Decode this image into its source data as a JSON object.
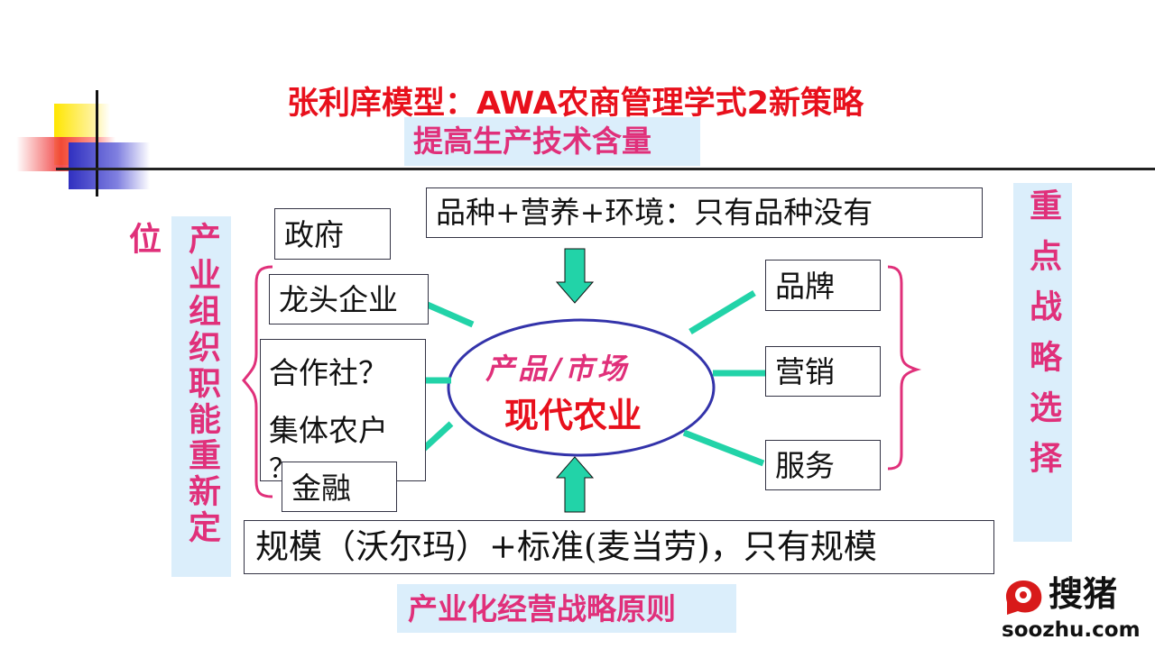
{
  "title": "张利庠模型：AWA农商管理学式2新策略",
  "top_label": "提高生产技术含量",
  "bottom_label": "产业化经营战略原则",
  "left_label": "产业组织职能重新定位",
  "right_label": "重点战略选择",
  "top_box": "品种+营养+环境：只有品种没有",
  "bottom_box": "规模（沃尔玛）+标准(麦当劳)，只有规模",
  "center": {
    "line1": "产品/市场",
    "line2": "现代农业"
  },
  "left_nodes": {
    "gov": "政府",
    "dragon": "龙头企业",
    "coop": "合作社？",
    "farmers": "集体农户",
    "q": "？",
    "finance": "金融"
  },
  "right_nodes": {
    "brand": "品牌",
    "marketing": "营销",
    "service": "服务"
  },
  "watermark": {
    "brand": "搜猪",
    "url": "soozhu.com"
  },
  "colors": {
    "title": "#e8101c",
    "pink": "#e0307a",
    "teal": "#22d3a8",
    "ellipse": "#3333aa",
    "panel": "#dbeefb"
  }
}
